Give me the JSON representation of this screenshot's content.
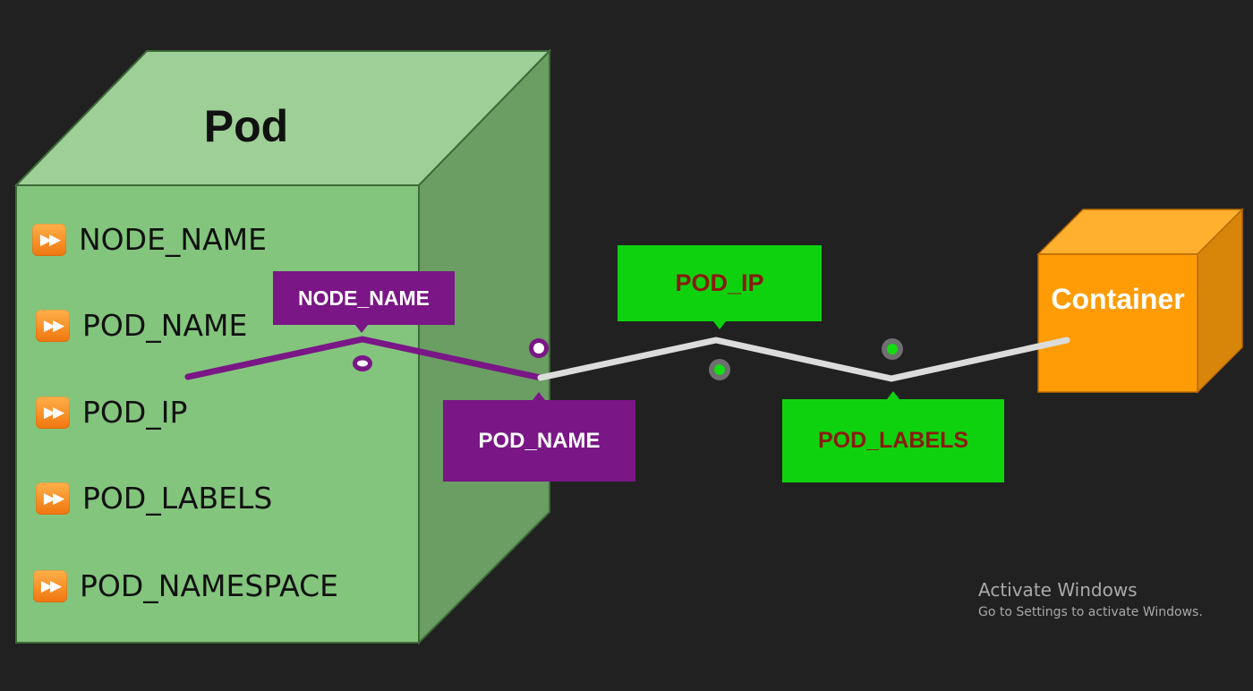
{
  "pod": {
    "title": "Pod",
    "env_vars": [
      "NODE_NAME",
      "POD_NAME",
      "POD_IP",
      "POD_LABELS",
      "POD_NAMESPACE"
    ]
  },
  "tags": {
    "node_name": "NODE_NAME",
    "pod_name": "POD_NAME",
    "pod_ip": "POD_IP",
    "pod_labels": "POD_LABELS"
  },
  "container": {
    "label": "Container"
  },
  "watermark": {
    "title": "Activate Windows",
    "subtitle": "Go to Settings to activate Windows."
  },
  "colors": {
    "background": "#212121",
    "pod_front": "#83c57d",
    "pod_top": "#9ecf96",
    "pod_side": "#6a9e62",
    "container_front": "#ff9c05",
    "container_top": "#ffb02e",
    "container_side": "#d8860a",
    "purple": "#7a1686",
    "green": "#0fd20f",
    "wire": "#dcdcdc",
    "icon": "#f57f17"
  },
  "icons": {
    "env_item": "fast-forward-icon"
  }
}
